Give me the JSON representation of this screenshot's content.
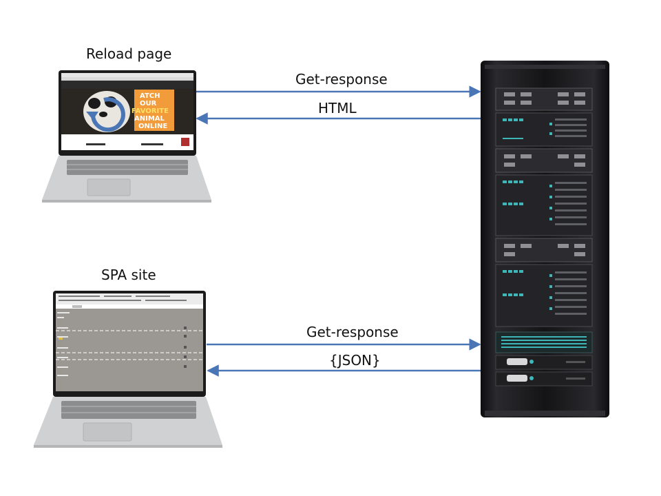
{
  "top_client": {
    "title": "Reload page",
    "screen_text": [
      "ATCH",
      "OUR",
      "FAVORITE",
      "ANIMAL",
      "ONLINE"
    ]
  },
  "bottom_client": {
    "title": "SPA site"
  },
  "top_exchange": {
    "request_label": "Get-response",
    "response_label": "HTML"
  },
  "bottom_exchange": {
    "request_label": "Get-response",
    "response_label": "{JSON}"
  },
  "colors": {
    "arrow": "#4a76b5",
    "rack": "#141416",
    "laptop_body": "#c9cbcc",
    "screen_bezel": "#1b1b1b",
    "spa_screen": "#9b9894",
    "accent_teal": "#3fb6b8"
  }
}
